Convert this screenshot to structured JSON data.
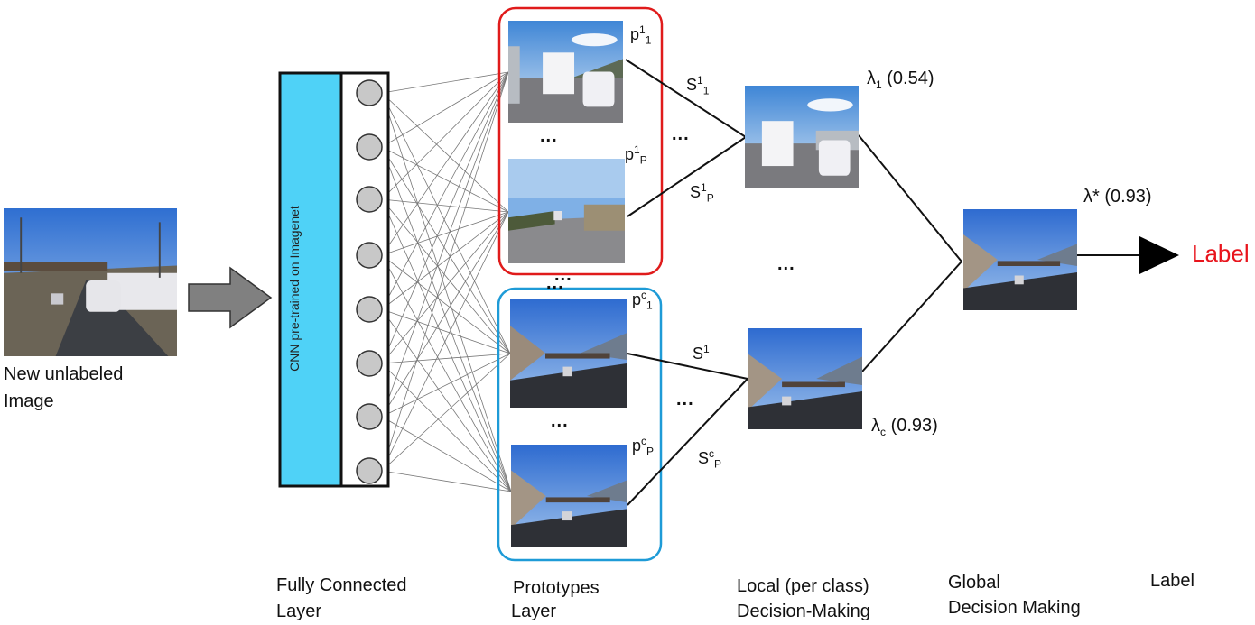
{
  "input": {
    "caption_line1": "New unlabeled",
    "caption_line2": "Image"
  },
  "cnn": {
    "label": "CNN pre-trained on Imagenet"
  },
  "prototypes": {
    "class1_top": {
      "base": "p",
      "sup": "1",
      "sub": "1"
    },
    "class1_bottom": {
      "base": "p",
      "sup": "1",
      "sub": "P"
    },
    "classc_top": {
      "base": "p",
      "sup": "c",
      "sub": "1"
    },
    "classc_bottom": {
      "base": "p",
      "sup": "c",
      "sub": "P"
    }
  },
  "similarities": {
    "s11": {
      "base": "S",
      "sup": "1",
      "sub": "1"
    },
    "s1p": {
      "base": "S",
      "sup": "1",
      "sub": "P"
    },
    "sc1": {
      "base": "S",
      "sup": "1"
    },
    "scp": {
      "base": "S",
      "sup": "c",
      "sub": "P"
    }
  },
  "local": {
    "lambda1": {
      "symbol": "λ",
      "sub": "1",
      "value": "(0.54)"
    },
    "lambdac": {
      "symbol": "λ",
      "sub": "c",
      "value": "(0.93)"
    }
  },
  "global": {
    "lambda_star": "λ* (0.93)"
  },
  "output": {
    "label": "Label"
  },
  "ellipsis": "...",
  "bottom_labels": {
    "fc_line1": "Fully Connected",
    "fc_line2": "Layer",
    "proto_line1": "Prototypes",
    "proto_line2": "Layer",
    "local_line1": "Local (per class)",
    "local_line2": "Decision-Making",
    "global_line1": "Global",
    "global_line2": "Decision Making",
    "label": "Label"
  },
  "colors": {
    "cnn_fill": "#4fd2f7",
    "class1_box": "#e01b1b",
    "classc_box": "#1e9bd7",
    "label_text": "#e8141c",
    "arrow_fill": "#808080"
  }
}
